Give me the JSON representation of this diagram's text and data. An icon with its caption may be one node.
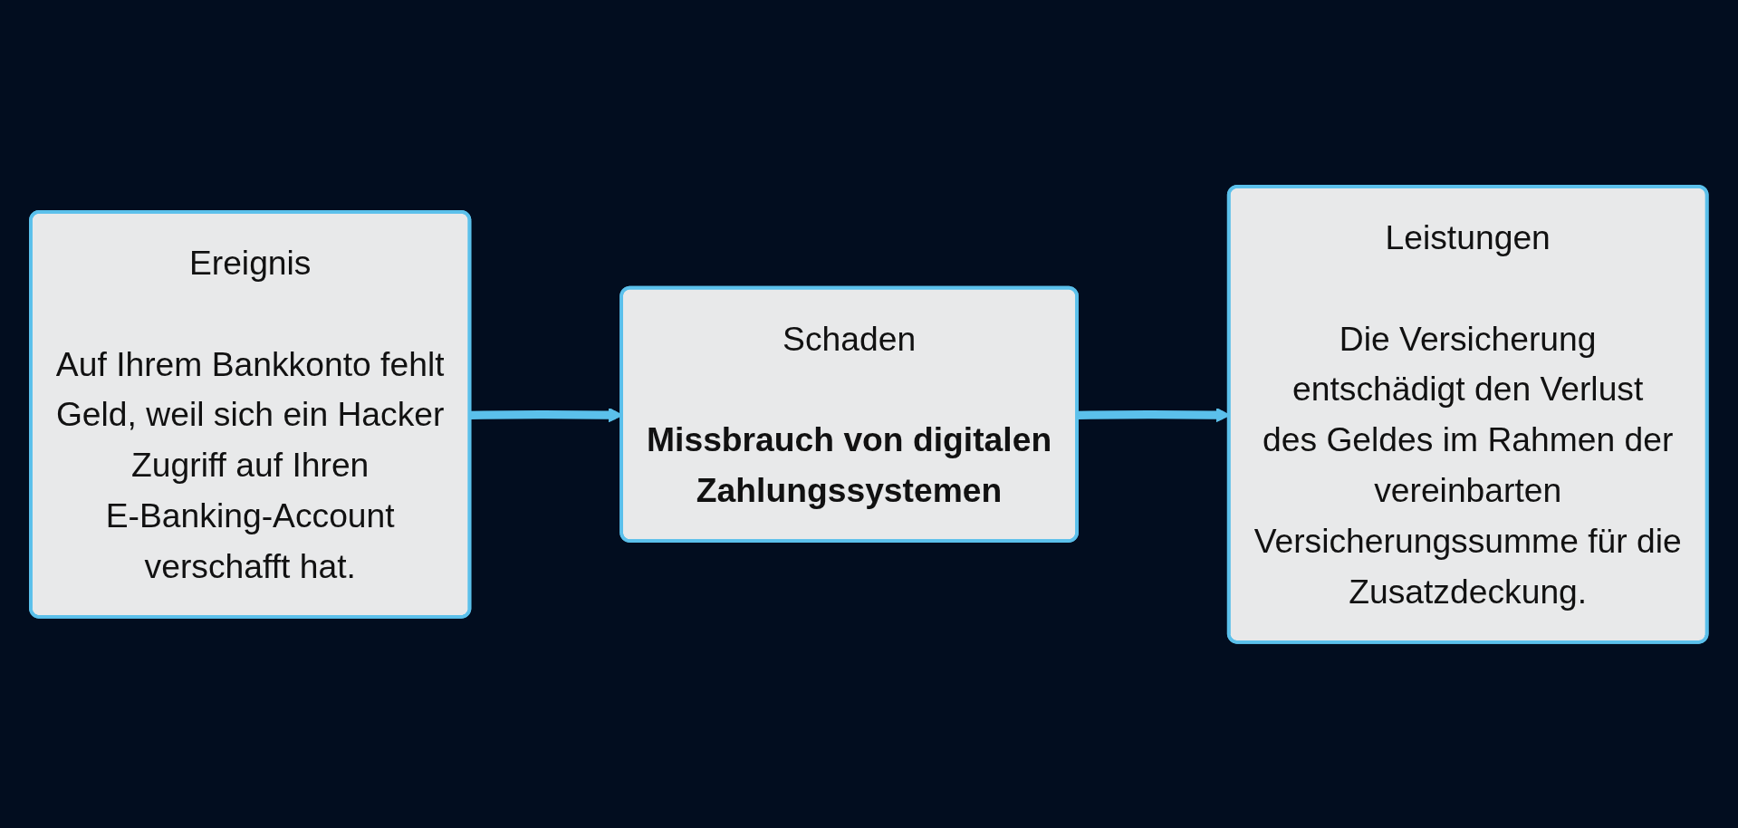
{
  "diagram": {
    "nodes": [
      {
        "text": [
          "Ereignis",
          "Auf Ihrem Bankkonto fehlt Geld, weil sich ein Hacker Zugriff auf Ihren E-Banking-Account verschafft hat."
        ]
      },
      {
        "text": [
          "Schaden",
          "Missbrauch von digitalen Zahlungssystemen"
        ]
      },
      {
        "text": [
          "Leistungen",
          "Die Versicherung entschädigt den Verlust des Geldes im Rahmen der vereinbarten Versicherungssumme für die Zusatzdeckung."
        ]
      }
    ],
    "edges": [
      {
        "from": 0,
        "to": 1,
        "arrow": "to"
      },
      {
        "from": 1,
        "to": 2,
        "arrow": "to"
      }
    ]
  }
}
